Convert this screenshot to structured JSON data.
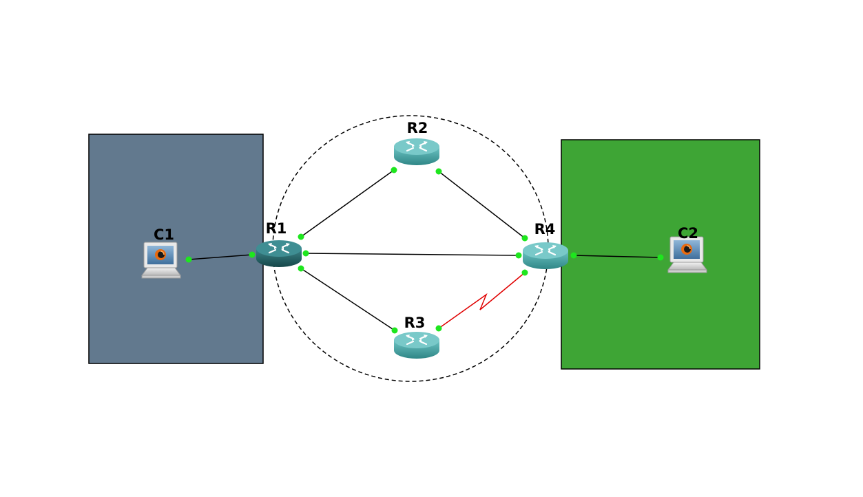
{
  "colors": {
    "zone_left_fill": "#62798e",
    "zone_right_fill": "#3ea535",
    "link_normal": "#000000",
    "link_serial": "#e00000",
    "port_up": "#1ee61e",
    "router_body": "#3f9a9a",
    "router_active_body": "#1f5e62",
    "ring_outline": "#000000"
  },
  "zones": [
    {
      "id": "zone-left",
      "color_key": "zone_left_fill"
    },
    {
      "id": "zone-right",
      "color_key": "zone_right_fill"
    }
  ],
  "routers": [
    {
      "id": "r1",
      "label": "R1",
      "icon": "router-icon",
      "active": true
    },
    {
      "id": "r2",
      "label": "R2",
      "icon": "router-icon",
      "active": false
    },
    {
      "id": "r3",
      "label": "R3",
      "icon": "router-icon",
      "active": false
    },
    {
      "id": "r4",
      "label": "R4",
      "icon": "router-icon",
      "active": false
    }
  ],
  "hosts": [
    {
      "id": "c1",
      "label": "C1",
      "icon": "qemu-laptop-icon"
    },
    {
      "id": "c2",
      "label": "C2",
      "icon": "qemu-laptop-icon"
    }
  ],
  "links": [
    {
      "from": "c1",
      "to": "r1",
      "type": "ethernet"
    },
    {
      "from": "r1",
      "to": "r2",
      "type": "ethernet"
    },
    {
      "from": "r1",
      "to": "r4",
      "type": "ethernet"
    },
    {
      "from": "r1",
      "to": "r3",
      "type": "ethernet"
    },
    {
      "from": "r2",
      "to": "r4",
      "type": "ethernet"
    },
    {
      "from": "r3",
      "to": "r4",
      "type": "serial"
    },
    {
      "from": "r4",
      "to": "c2",
      "type": "ethernet"
    }
  ]
}
